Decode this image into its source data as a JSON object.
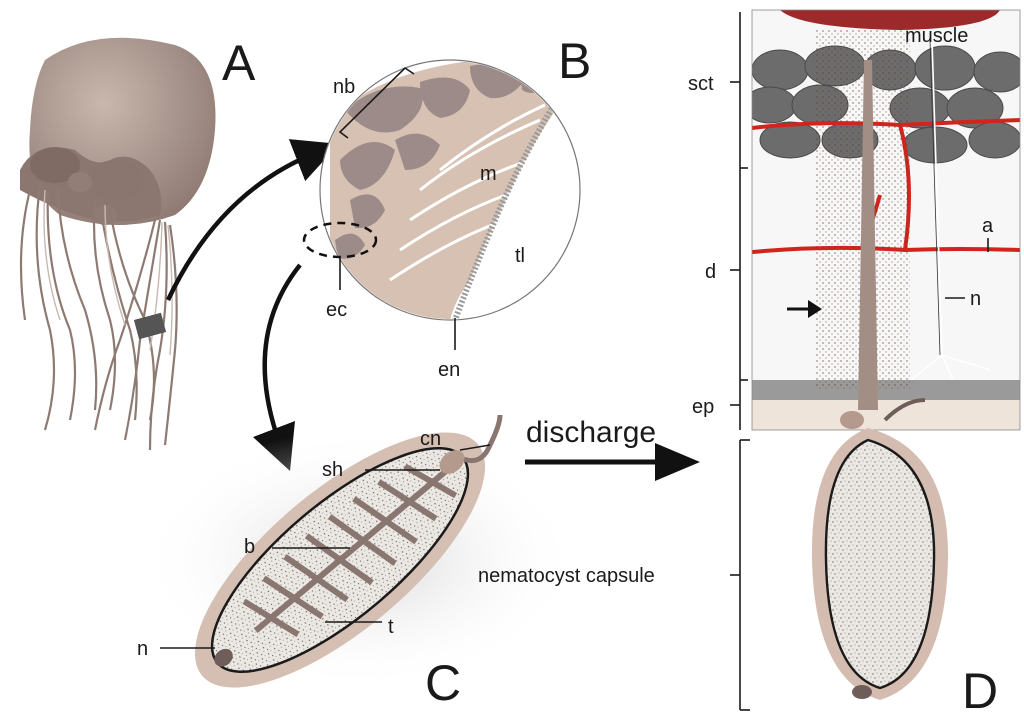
{
  "panels": {
    "a": {
      "letter": "A"
    },
    "b": {
      "letter": "B",
      "labels": {
        "nb": "nb",
        "m": "m",
        "tl": "tl",
        "ec": "ec",
        "en": "en"
      }
    },
    "c": {
      "letter": "C",
      "labels": {
        "cn": "cn",
        "sh": "sh",
        "b": "b",
        "t": "t",
        "n": "n"
      }
    },
    "d": {
      "letter": "D",
      "labels": {
        "muscle": "muscle",
        "sct": "sct",
        "d": "d",
        "a": "a",
        "n": "n",
        "ep": "ep",
        "capsule": "nematocyst capsule"
      }
    }
  },
  "discharge_label": "discharge",
  "colors": {
    "jelly": "#b8a59c",
    "jelly_dark": "#8a7670",
    "tissue": "#d9c3b5",
    "nematoblast": "#9c8b88",
    "vessel": "#d2231c",
    "collagen": "#7d7d7d",
    "capsule_fill": "#e4e0db",
    "capsule_wall": "#c8b1a4"
  }
}
